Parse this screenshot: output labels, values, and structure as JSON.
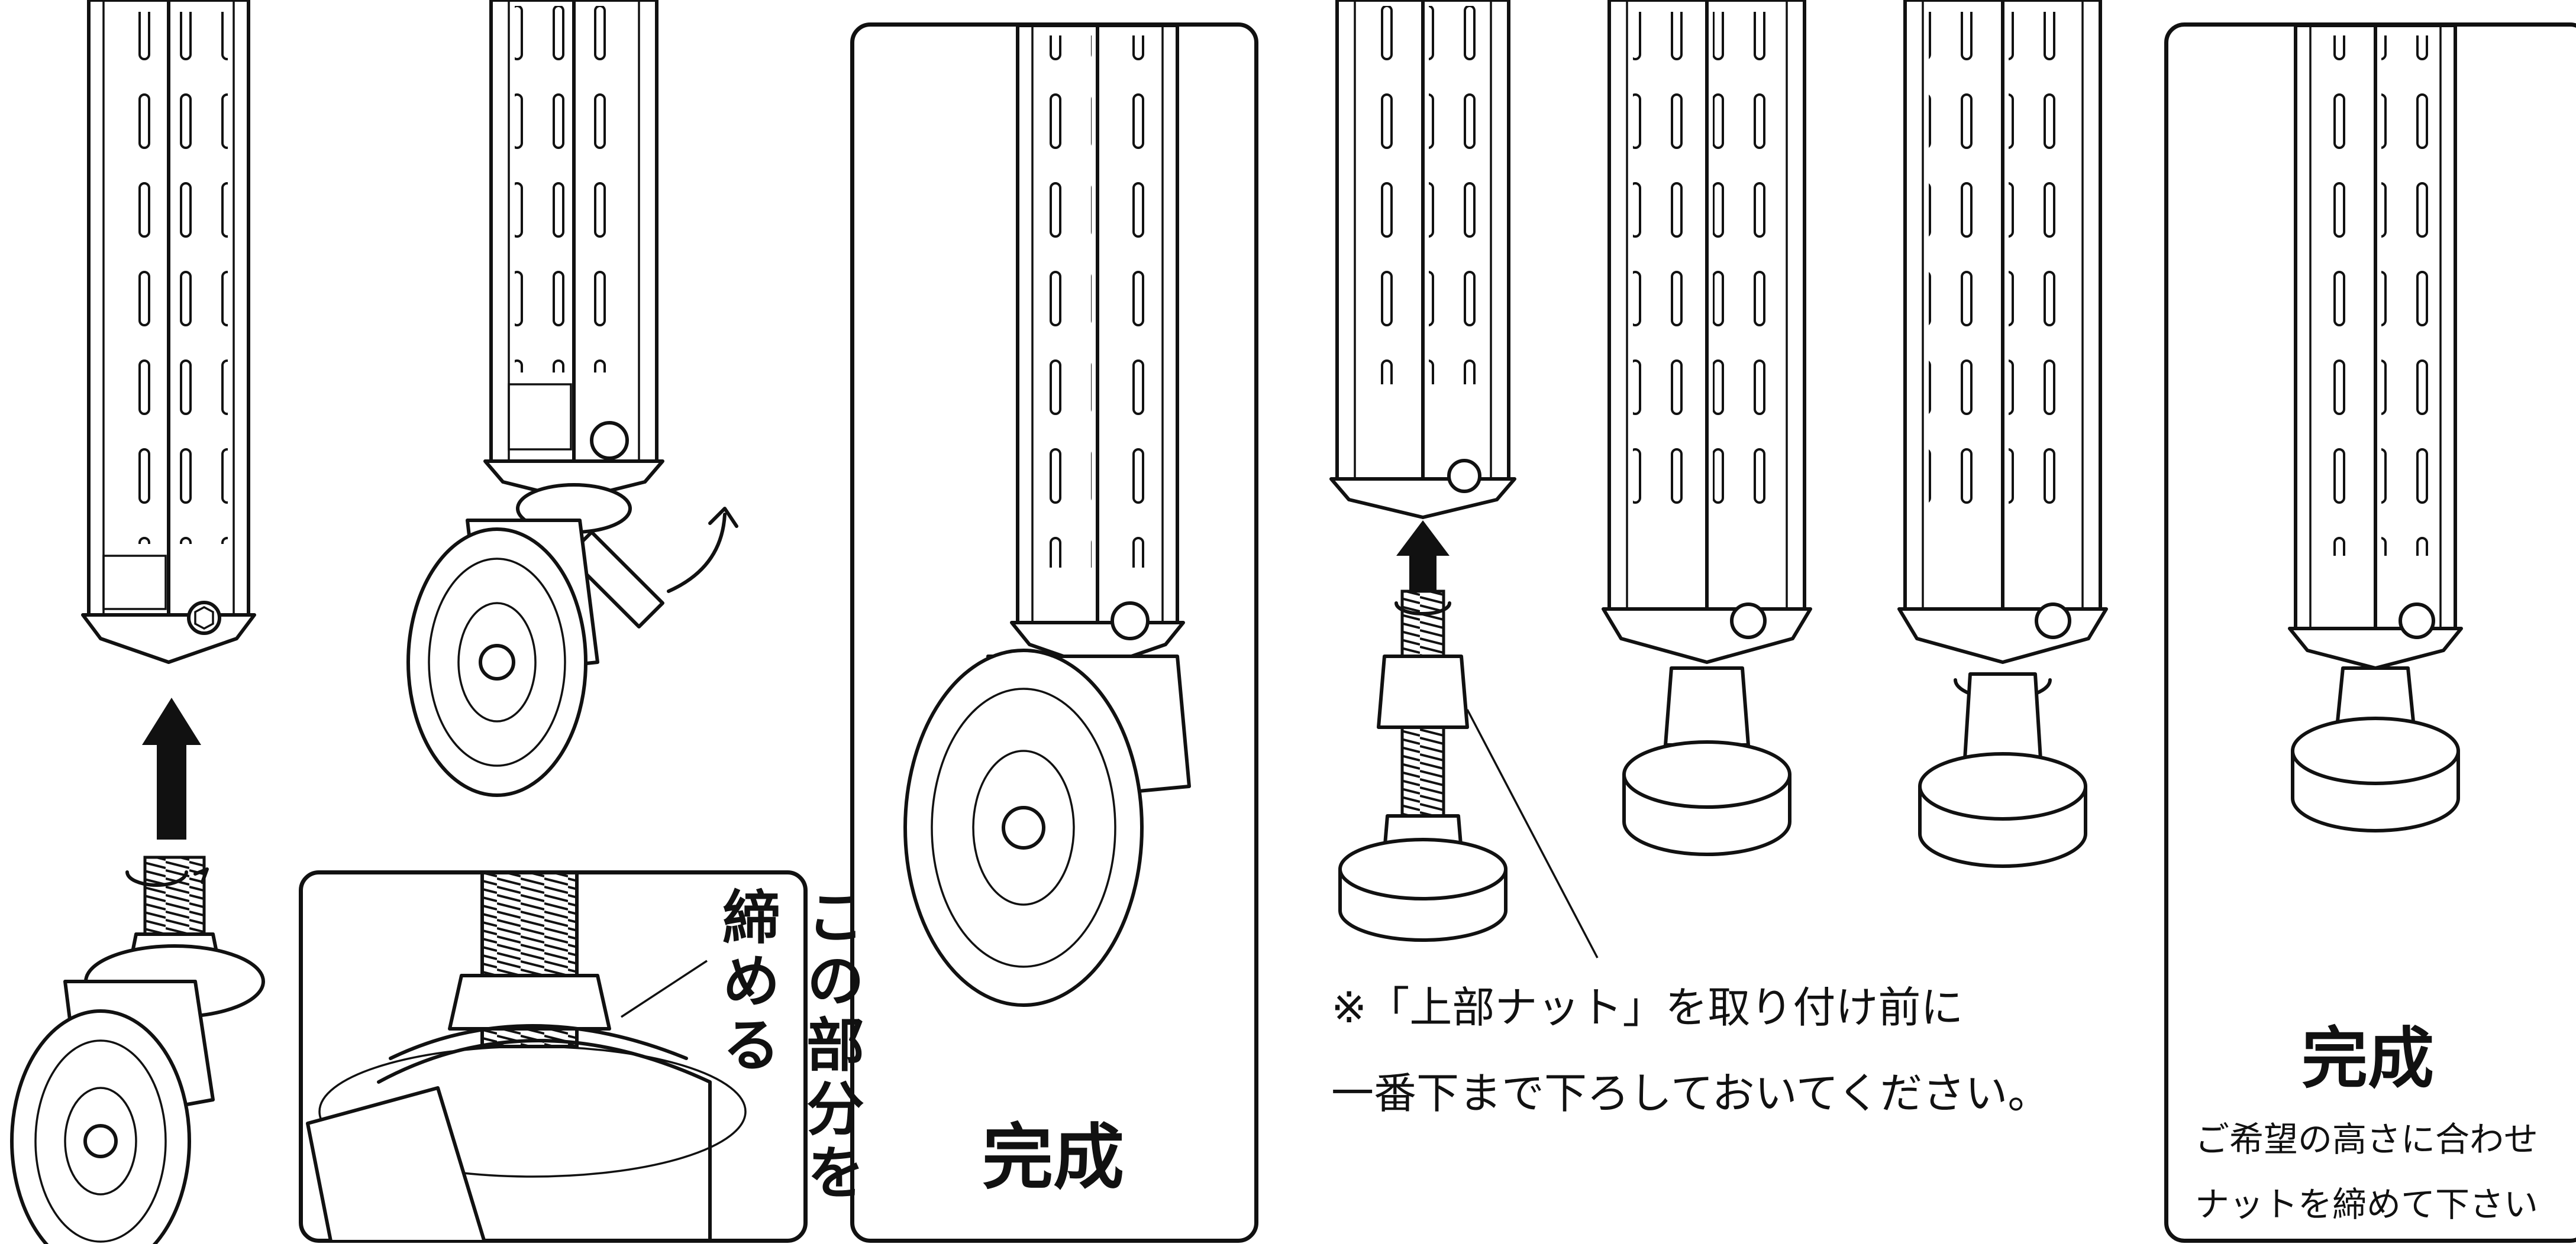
{
  "inset_caption": "この部分を締める",
  "caster_panel": {
    "label": "完成"
  },
  "note": {
    "line1": "※「上部ナット」を取り付け前に",
    "line2": "一番下まで下ろしておいてください。"
  },
  "adjuster_panel": {
    "label": "完成",
    "line1": "ご希望の高さに合わせ",
    "line2": "ナットを締めて下さい"
  }
}
